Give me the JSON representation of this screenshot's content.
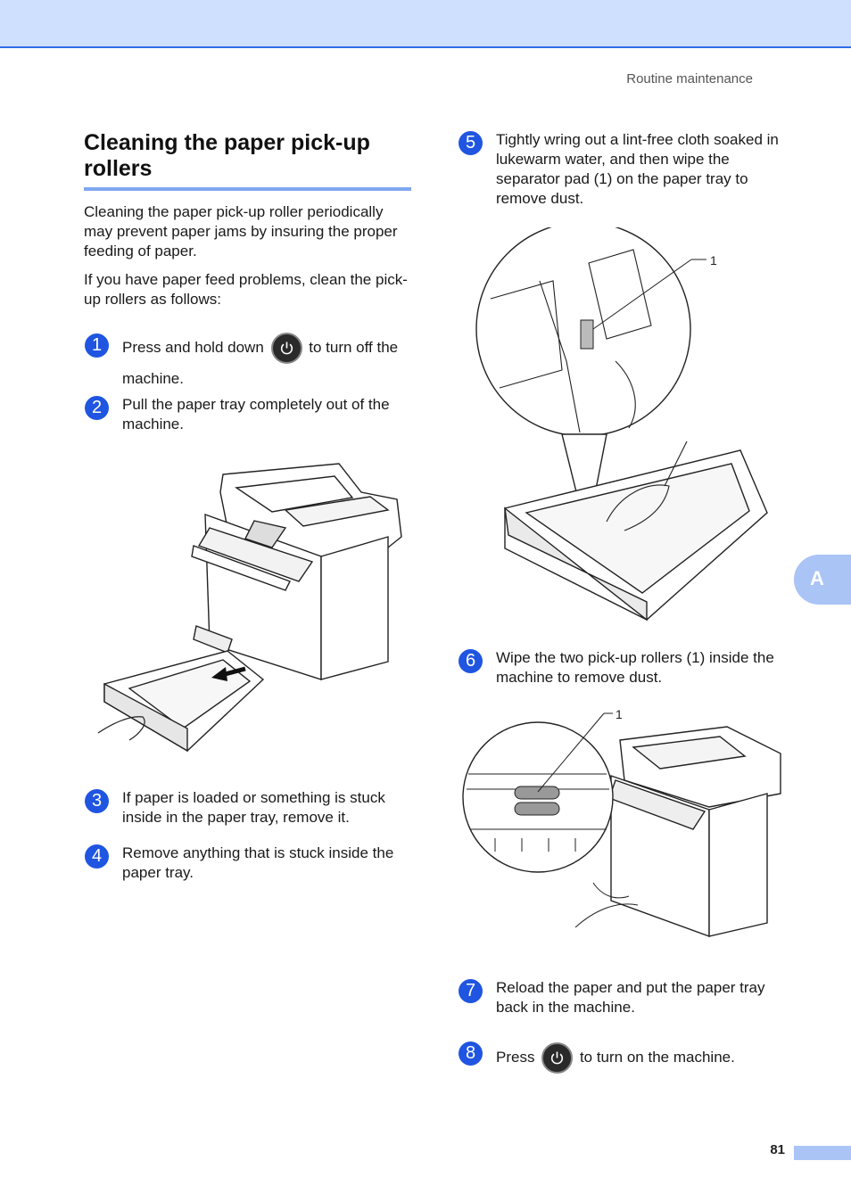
{
  "header": {
    "running_head": "Routine maintenance"
  },
  "section": {
    "title": "Cleaning the paper pick-up rollers",
    "intro_1": "Cleaning the paper pick-up roller periodically may prevent paper jams by insuring the proper feeding of paper.",
    "intro_2": "If you have paper feed problems, clean the pick-up rollers as follows:"
  },
  "steps": [
    {
      "num": "1",
      "text_before": "Press and hold down",
      "text_after": "to turn off the",
      "text_line2": "machine."
    },
    {
      "num": "2",
      "text": "Pull the paper tray completely out of the machine."
    },
    {
      "num": "3",
      "text": "If paper is loaded or something is stuck inside in the paper tray, remove it."
    },
    {
      "num": "4",
      "text": "Remove anything that is stuck inside the paper tray."
    },
    {
      "num": "5",
      "text": "Tightly wring out a lint-free cloth soaked in lukewarm water, and then wipe the separator pad (1) on the paper tray to remove dust."
    },
    {
      "num": "6",
      "text": "Wipe the two pick-up rollers (1) inside the machine to remove dust."
    },
    {
      "num": "7",
      "text": "Reload the paper and put the paper tray back in the machine."
    },
    {
      "num": "8",
      "text_before": "Press",
      "text_after": "to turn on the machine."
    }
  ],
  "figures": {
    "separator_pad_callout": "1",
    "rollers_callout": "1"
  },
  "icons": {
    "power": "power-icon"
  },
  "side_tab": {
    "label": "A"
  },
  "footer": {
    "page_number": "81"
  },
  "colors": {
    "accent": "#1f55e0",
    "band": "#cfe0ff",
    "tab": "#a9c4f5",
    "rule": "#7fa7f0"
  }
}
